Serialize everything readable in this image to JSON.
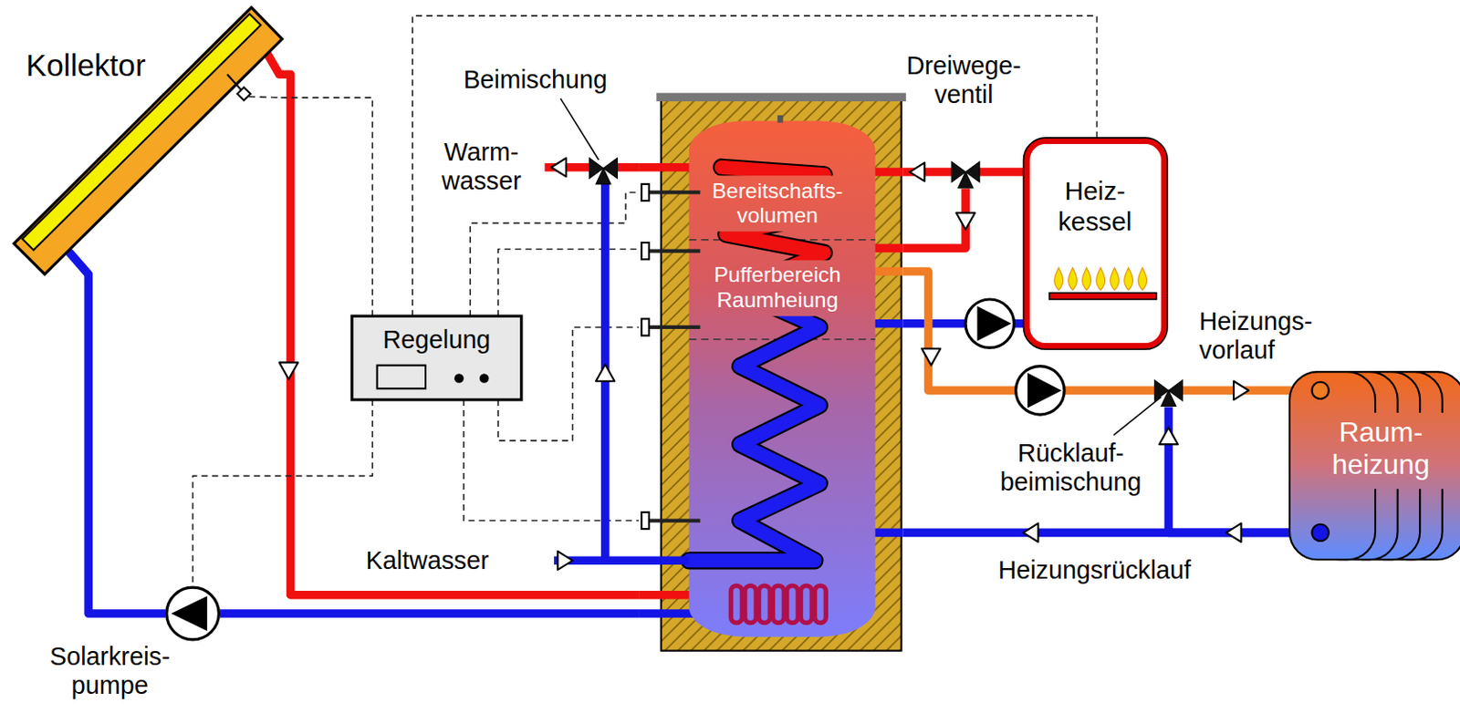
{
  "diagram": {
    "nodes": [
      {
        "text": [
          "Kollektor"
        ]
      },
      {
        "text": [
          "Bereitschafts- volumen",
          "Pufferbereich Raumheiung"
        ]
      },
      {
        "text": [
          "Regelung"
        ]
      },
      {
        "text": [
          "Heiz- kessel"
        ]
      },
      {
        "text": [
          "Raum- heizung"
        ]
      },
      {
        "text": [
          "Solarkreis- pumpe"
        ]
      },
      {
        "text": [
          "Dreiwege- ventil"
        ]
      },
      {
        "text": [
          "Beimischung"
        ]
      },
      {
        "text": [
          "Rücklauf- beimischung"
        ]
      }
    ],
    "edges": [
      {
        "from": 0,
        "to": 1,
        "arrow": "none"
      },
      {
        "from": 1,
        "to": 5,
        "arrow": "none"
      },
      {
        "from": 5,
        "to": 0,
        "arrow": "none"
      },
      {
        "from": 3,
        "to": 6,
        "arrow": "none"
      },
      {
        "from": 6,
        "to": 1,
        "arrow": "none"
      },
      {
        "from": 6,
        "to": 1,
        "arrow": "none"
      },
      {
        "from": 1,
        "to": 3,
        "arrow": "none"
      },
      {
        "from": 1,
        "to": 8,
        "arrow": "none"
      },
      {
        "from": 8,
        "to": 4,
        "arrow": "none"
      },
      {
        "from": 4,
        "to": 1,
        "arrow": "none"
      },
      {
        "from": 4,
        "to": 8,
        "arrow": "none"
      },
      {
        "from": 1,
        "to": 7,
        "arrow": "none"
      },
      {
        "from": 2,
        "to": 0,
        "arrow": "none"
      },
      {
        "from": 2,
        "to": 5,
        "arrow": "none"
      },
      {
        "from": 2,
        "to": 3,
        "arrow": "none"
      },
      {
        "from": 2,
        "to": 1,
        "arrow": "none"
      },
      {
        "from": 2,
        "to": 1,
        "arrow": "none"
      },
      {
        "from": 2,
        "to": 1,
        "arrow": "none"
      },
      {
        "from": 2,
        "to": 1,
        "arrow": "none"
      }
    ],
    "labels": [
      "Warm- wasser",
      "Kaltwasser",
      "Heizungs- vorlauf",
      "Heizungsrücklauf"
    ]
  }
}
